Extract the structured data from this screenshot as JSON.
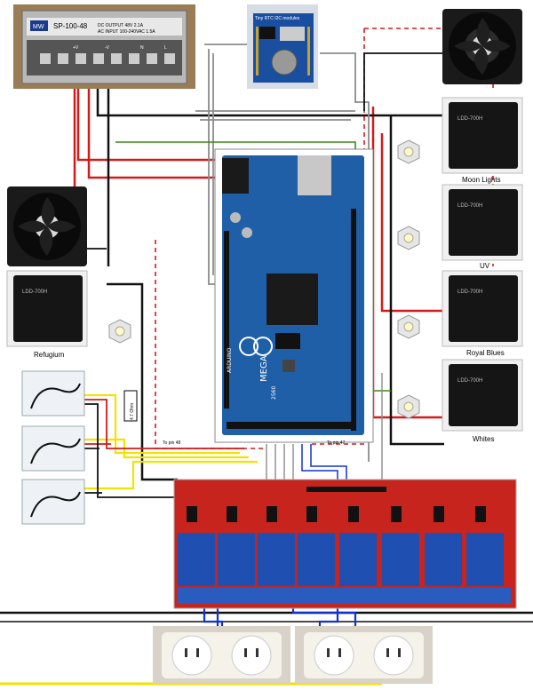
{
  "psu": {
    "brand": "MW",
    "model": "SP-100-48",
    "spec_dc": "DC OUTPUT 48V 2.1A",
    "spec_ac": "AC INPUT 100-240VAC 1.5A",
    "terminals": [
      "+V",
      "-V",
      "N",
      "L"
    ]
  },
  "rtc": {
    "label": "Tiny RTC I2C modules"
  },
  "arduino": {
    "brand": "ARDUINO",
    "model": "MEGA",
    "sub": "2560"
  },
  "labels": {
    "moon": "Moon Lights",
    "uv": "UV",
    "royal": "Royal Blues",
    "whites": "Whites",
    "refugium": "Refugium",
    "resistor": "4.7 Ohm",
    "to_pin_48": "To pin 48",
    "to_pin_47": "To pin 47"
  },
  "colors": {
    "red": "#d41a1a",
    "black": "#111111",
    "yellow": "#f2e200",
    "green": "#3a8a1a",
    "grey": "#8c8c8c",
    "blue": "#1133cc",
    "relay_board": "#c8241e",
    "relay_blue": "#1f4fb0",
    "arduino_blue": "#1f5fa8"
  }
}
